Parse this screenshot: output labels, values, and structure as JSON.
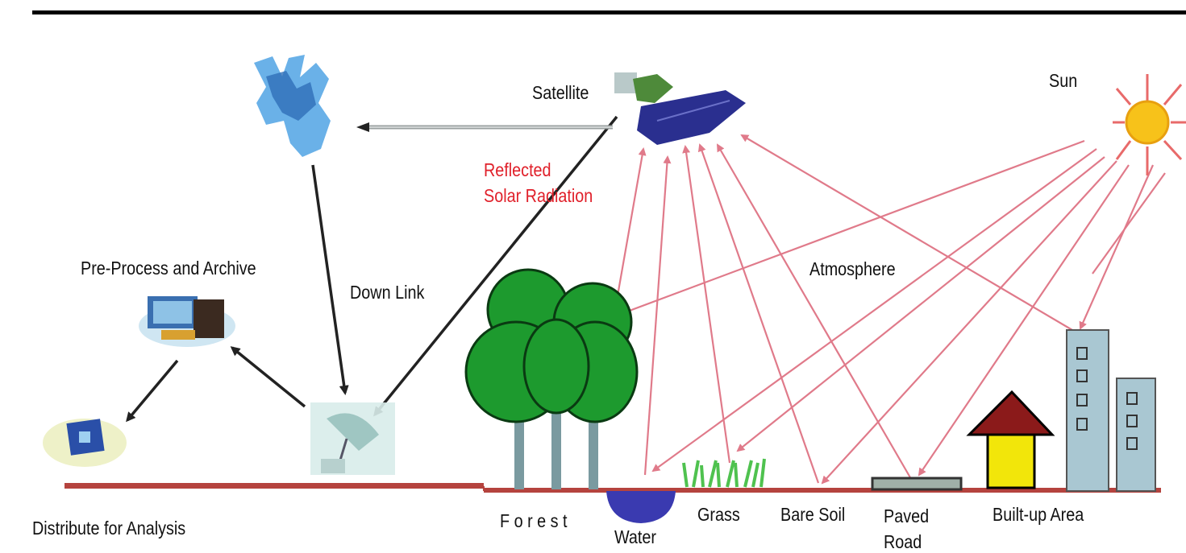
{
  "labels": {
    "satellite": "Satellite",
    "sun": "Sun",
    "reflected_line1": "Reflected",
    "reflected_line2": "Solar  Radiation",
    "pre_process": "Pre-Process and Archive",
    "down_link": "Down Link",
    "atmosphere": "Atmosphere",
    "distribute": "Distribute for Analysis",
    "forest": "F o r e s t",
    "water": "Water",
    "grass": "Grass",
    "bare_soil": "Bare Soil",
    "paved_line1": "Paved",
    "paved_line2": "Road",
    "built_up": "Built-up Area"
  },
  "colors": {
    "radiation": "#e07a8a",
    "ground": "#b5433e",
    "tree": "#1d9a2e",
    "trunk": "#7a9aa0",
    "water": "#3a3ab0",
    "grass": "#4fc24f",
    "roof": "#8b1a1a",
    "house": "#f2e60a",
    "building": "#a9c7d2",
    "sun": "#f7c21a",
    "sun_rays": "#e86a6a",
    "panel": "#2a2f8f"
  }
}
